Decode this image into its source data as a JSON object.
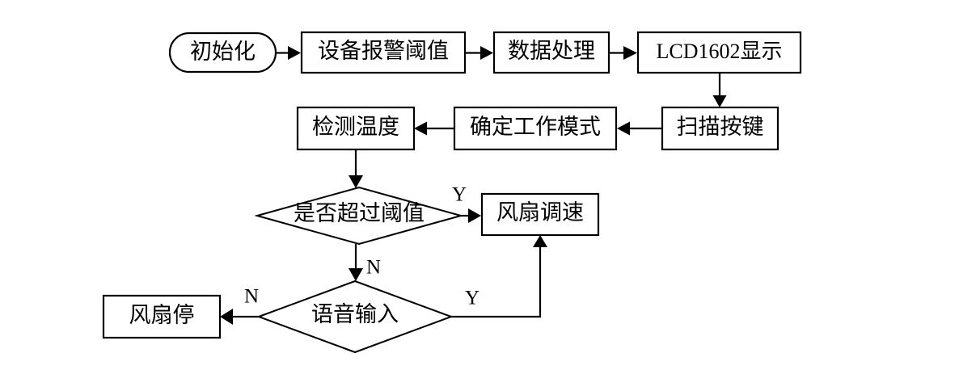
{
  "diagram": {
    "type": "flowchart",
    "title": "",
    "orientation": "left-to-right, top-to-bottom",
    "colors": {
      "background": "#ffffff",
      "stroke": "#000000",
      "fill": "#ffffff",
      "text": "#000000"
    },
    "nodes": {
      "start": {
        "label": "初始化",
        "shape": "rounded-terminator"
      },
      "threshold_setup": {
        "label": "设备报警阈值",
        "shape": "rectangle"
      },
      "data_processing": {
        "label": "数据处理",
        "shape": "rectangle"
      },
      "lcd_display": {
        "label": "LCD1602显示",
        "shape": "rectangle"
      },
      "scan_key": {
        "label": "扫描按键",
        "shape": "rectangle"
      },
      "work_mode": {
        "label": "确定工作模式",
        "shape": "rectangle"
      },
      "detect_temp": {
        "label": "检测温度",
        "shape": "rectangle"
      },
      "over_threshold": {
        "label": "是否超过阈值",
        "shape": "diamond"
      },
      "fan_speed": {
        "label": "风扇调速",
        "shape": "rectangle"
      },
      "voice_input": {
        "label": "语音输入",
        "shape": "diamond"
      },
      "fan_stop": {
        "label": "风扇停",
        "shape": "rectangle"
      }
    },
    "branch_labels": {
      "over_threshold_yes": "Y",
      "over_threshold_no": "N",
      "voice_input_yes": "Y",
      "voice_input_no": "N"
    },
    "edges": [
      {
        "from": "start",
        "to": "threshold_setup",
        "label": ""
      },
      {
        "from": "threshold_setup",
        "to": "data_processing",
        "label": ""
      },
      {
        "from": "data_processing",
        "to": "lcd_display",
        "label": ""
      },
      {
        "from": "lcd_display",
        "to": "scan_key",
        "label": ""
      },
      {
        "from": "scan_key",
        "to": "work_mode",
        "label": ""
      },
      {
        "from": "work_mode",
        "to": "detect_temp",
        "label": ""
      },
      {
        "from": "detect_temp",
        "to": "over_threshold",
        "label": ""
      },
      {
        "from": "over_threshold",
        "to": "fan_speed",
        "label": "Y"
      },
      {
        "from": "over_threshold",
        "to": "voice_input",
        "label": "N"
      },
      {
        "from": "voice_input",
        "to": "fan_stop",
        "label": "N"
      },
      {
        "from": "voice_input",
        "to": "fan_speed",
        "label": "Y"
      }
    ]
  }
}
